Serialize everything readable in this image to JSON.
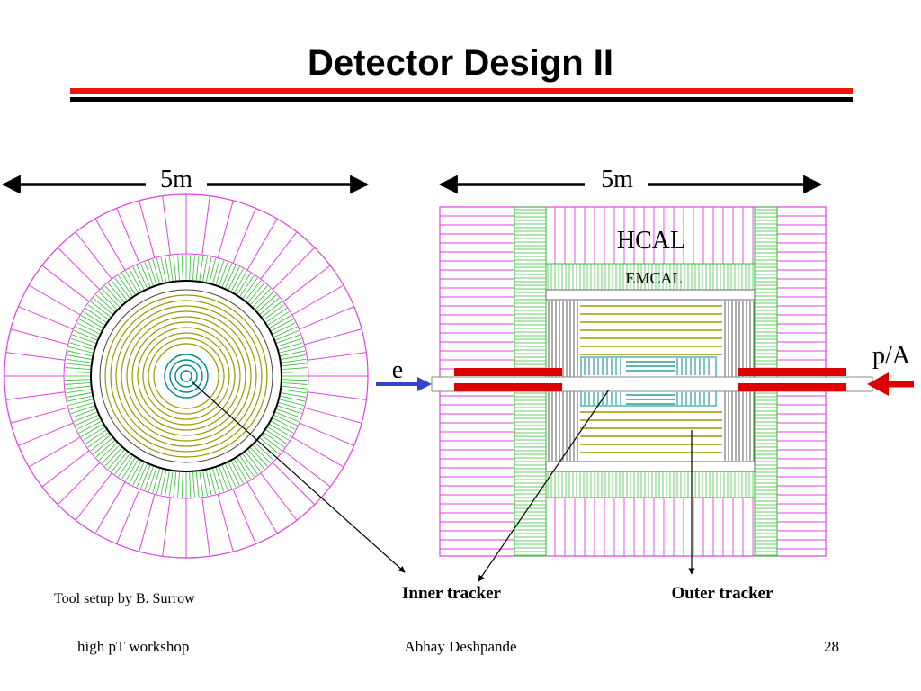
{
  "slide": {
    "title": "Detector Design II",
    "rule_red_color": "#ee1111",
    "rule_black_color": "#000000"
  },
  "diagram": {
    "left_width_label": "5m",
    "right_width_label": "5m",
    "hcal_label": "HCAL",
    "emcal_label": "EMCAL",
    "electron_label": "e",
    "proton_label": "p/A",
    "inner_tracker_label": "Inner tracker",
    "outer_tracker_label": "Outer tracker",
    "colors": {
      "hcal": "#e040e0",
      "emcal": "#33bb33",
      "tracker_yellow": "#999900",
      "tracker_cyan": "#008888",
      "beam_red": "#dd0000",
      "electron_arrow": "#3344cc"
    }
  },
  "footer": {
    "credit": "Tool setup by B. Surrow",
    "left": "high pT workshop",
    "center": "Abhay Deshpande",
    "page_number": "28"
  }
}
